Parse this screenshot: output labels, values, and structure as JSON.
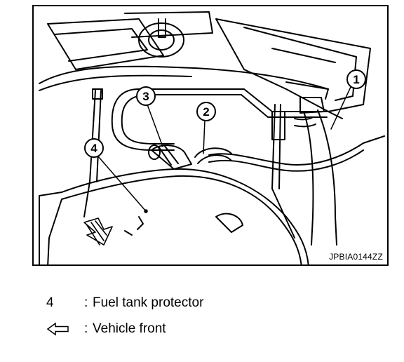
{
  "figure": {
    "code": "JPBIA0144ZZ",
    "callouts": [
      "1",
      "2",
      "3",
      "4"
    ]
  },
  "legend": [
    {
      "key": "4",
      "separator": ":",
      "text": "Fuel tank protector"
    },
    {
      "key_icon": "hollow-left-arrow-icon",
      "separator": ":",
      "text": "Vehicle front"
    }
  ]
}
